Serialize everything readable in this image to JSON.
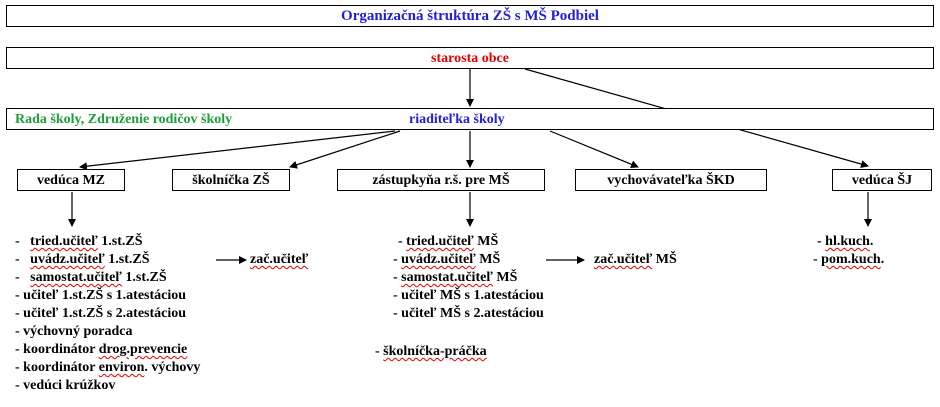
{
  "title": "Organizačná  štruktúra  ZŠ s MŠ Podbiel",
  "mayor": "starosta  obce",
  "council": "Rada školy, Združenie rodičov školy",
  "director": "riaditeľka  školy",
  "level2": {
    "mz": "vedúca MZ",
    "janitor": "školníčka  ZŠ",
    "deputy": "zástupkyňa r.š. pre MŠ",
    "skd": "vychovávateľka ŠKD",
    "sj": "vedúca ŠJ"
  },
  "left_list": {
    "l1_dash": "-",
    "l1a": "tried.učiteľ",
    "l1b": " 1.st.ZŠ",
    "l2_dash": "-",
    "l2a": "uvádz.učiteľ",
    "l2b": " 1.st.ZŠ",
    "l2c": "zač.učiteľ",
    "l3_dash": "-",
    "l3a": "samostat.učiteľ",
    "l3b": " 1.st.ZŠ",
    "l4": "-  učiteľ  1.st.ZŠ  s 1.atestáciou",
    "l5": "-  učiteľ  1.st.ZŠ  s 2.atestáciou",
    "l6": "-  výchovný poradca",
    "l7_pre": "-   koordinátor ",
    "l7a": "drog.prevencie",
    "l8_pre": "-   koordinátor ",
    "l8a": "environ",
    "l8b": ". výchovy",
    "l9": "-   vedúci krúžkov"
  },
  "mid_list": {
    "m1_pre": "- ",
    "m1a": "tried.učiteľ",
    "m1b": " MŠ",
    "m2_pre": "- ",
    "m2a": "uvádz.učiteľ",
    "m2b": " MŠ",
    "m2c": "zač.učiteľ",
    "m2d": " MŠ",
    "m3_pre": "- ",
    "m3a": "samostat.učiteľ",
    "m3b": " MŠ",
    "m4": "- učiteľ MŠ s 1.atestáciou",
    "m5": "- učiteľ MŠ s 2.atestáciou",
    "m6_pre": "- ",
    "m6a": "školníčka-práčka"
  },
  "right_list": {
    "r1_pre": "- ",
    "r1a": "hl.kuch",
    "r1b": ".",
    "r2_pre": "- ",
    "r2a": "pom.kuch",
    "r2b": "."
  },
  "colors": {
    "title": "#1f1fd6",
    "mayor": "#e00000",
    "council": "#1e9e3a",
    "director": "#1f1fd6",
    "spell_underline": "#e00000"
  }
}
